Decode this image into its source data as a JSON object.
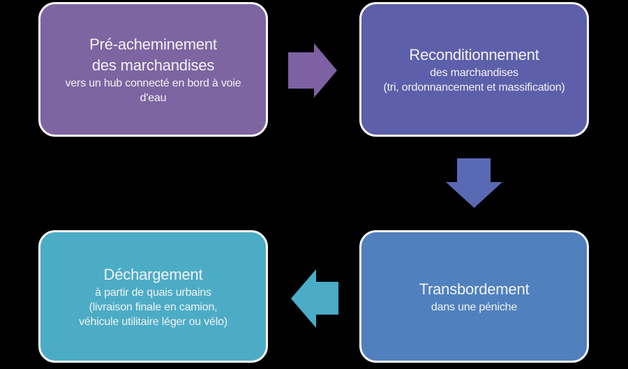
{
  "diagram": {
    "background": "#000000",
    "box_border_color": "#FBFBFB",
    "text_color": "#F2F2F2"
  },
  "boxes": [
    {
      "name": "pre-acheminement",
      "color": "#7D65A1",
      "title_lines": [
        "Pré-acheminement",
        "des marchandises"
      ],
      "subtitle_lines": [
        "vers un hub connecté en bord à voie",
        "d'eau"
      ]
    },
    {
      "name": "reconditionnement",
      "color": "#5D5FAA",
      "title_lines": [
        "Reconditionnement"
      ],
      "subtitle_lines": [
        "des marchandises",
        "(tri, ordonnancement et massification)"
      ]
    },
    {
      "name": "transbordement",
      "color": "#5080BE",
      "title_lines": [
        "Transbordement"
      ],
      "subtitle_lines": [
        "dans une péniche"
      ]
    },
    {
      "name": "dechargement",
      "color": "#4CACC6",
      "title_lines": [
        "Déchargement"
      ],
      "subtitle_lines": [
        "à partir de quais urbains",
        "(livraison finale en camion,",
        "véhicule utilitaire léger ou vélo)"
      ]
    }
  ],
  "arrows": [
    {
      "name": "right",
      "color": "#7D61A3"
    },
    {
      "name": "down",
      "color": "#5A69B4"
    },
    {
      "name": "left",
      "color": "#4AACC7"
    }
  ]
}
